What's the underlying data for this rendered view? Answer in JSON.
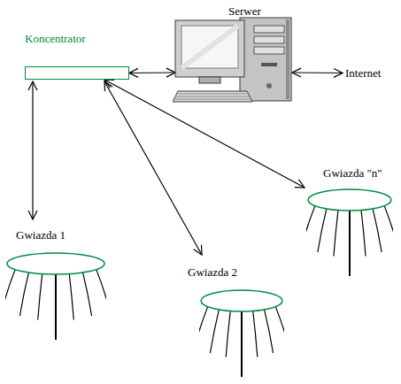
{
  "diagram": {
    "nodes": [
      {
        "text": [
          "Koncentrator"
        ]
      },
      {
        "text": [
          "Serwer"
        ]
      },
      {
        "text": [
          "Internet"
        ]
      },
      {
        "text": [
          "Gwiazda \"n\""
        ]
      },
      {
        "text": [
          "Gwiazda 1"
        ]
      },
      {
        "text": [
          "Gwiazda 2"
        ]
      }
    ],
    "edges": [
      {
        "from": 0,
        "to": 1,
        "arrow": "both"
      },
      {
        "from": 1,
        "to": 2,
        "arrow": "both"
      },
      {
        "from": 0,
        "to": 4,
        "arrow": "both"
      },
      {
        "from": 0,
        "to": 5,
        "arrow": "both"
      },
      {
        "from": 0,
        "to": 3,
        "arrow": "both"
      }
    ]
  }
}
